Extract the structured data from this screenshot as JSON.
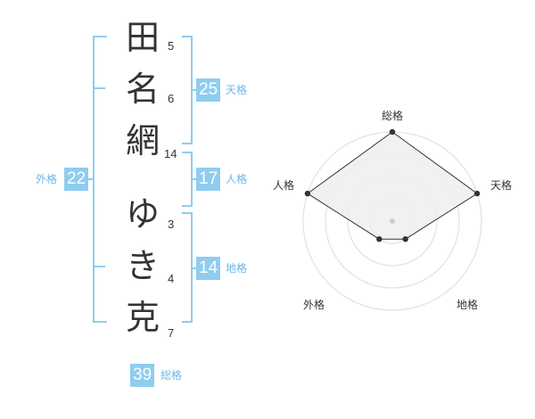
{
  "name": {
    "chars": [
      {
        "char": "田",
        "strokes": "5"
      },
      {
        "char": "名",
        "strokes": "6"
      },
      {
        "char": "網",
        "strokes": "14"
      },
      {
        "char": "ゆ",
        "strokes": "3"
      },
      {
        "char": "き",
        "strokes": "4"
      },
      {
        "char": "克",
        "strokes": "7"
      }
    ]
  },
  "scores": {
    "tenkaku": {
      "value": "25",
      "label": "天格"
    },
    "jinkaku": {
      "value": "17",
      "label": "人格"
    },
    "chikaku": {
      "value": "14",
      "label": "地格"
    },
    "gaikaku": {
      "value": "22",
      "label": "外格"
    },
    "soukaku": {
      "value": "39",
      "label": "総格"
    }
  },
  "radar": {
    "axes": [
      "総格",
      "天格",
      "地格",
      "外格",
      "人格"
    ],
    "levels": 4,
    "values": [
      1.0,
      1.0,
      0.25,
      0.25,
      1.0
    ],
    "colors": {
      "grid": "#dddddd",
      "fill": "#eeeeee",
      "line": "#333333",
      "center": "#cccccc"
    }
  }
}
